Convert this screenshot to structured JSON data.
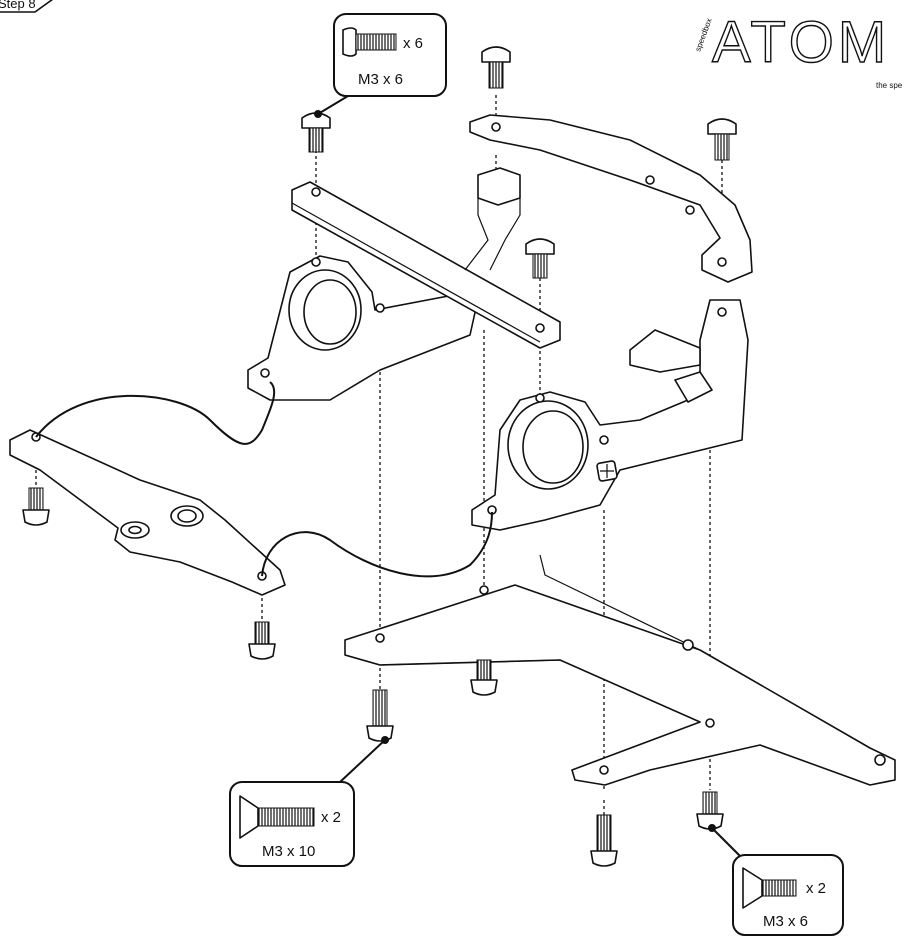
{
  "brand": {
    "name": "ATOM",
    "prefix": "speedbox",
    "tagline": "the spe"
  },
  "step_label": "Step 8",
  "callouts": [
    {
      "id": "top",
      "qty": "x 6",
      "size": "M3 x 6",
      "screw_type": "button-head"
    },
    {
      "id": "bottom-left",
      "qty": "x 2",
      "size": "M3 x 10",
      "screw_type": "countersunk"
    },
    {
      "id": "bottom-right",
      "qty": "x 2",
      "size": "M3 x 6",
      "screw_type": "countersunk"
    }
  ]
}
